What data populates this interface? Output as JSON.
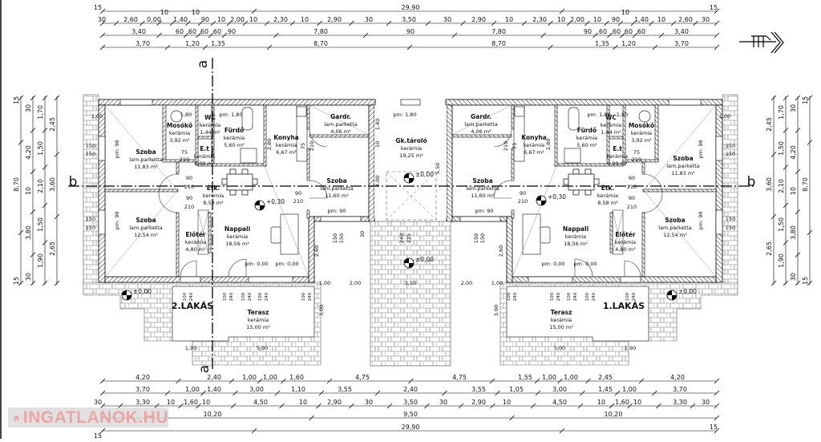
{
  "logo": {
    "text": "INGATLANOK.HU"
  },
  "section_markers": {
    "a_top": "a",
    "a_bottom": "a",
    "b_left": "b",
    "b_right": "b"
  },
  "units": {
    "left": "2.LAKÁS",
    "right": "1.LAKÁS"
  },
  "dims": {
    "top": [
      [
        "15",
        "29,90",
        "15"
      ],
      [
        "30",
        "2,60",
        "0,00",
        "10",
        "1,40",
        "10",
        "90",
        "10",
        "2,00",
        "10",
        "2,30",
        "10",
        "2,90",
        "30",
        "3,50",
        "30",
        "2,90",
        "10",
        "2,30",
        "10",
        "2,00",
        "10",
        "90",
        "10",
        "1,40",
        "10",
        "2,60",
        "30"
      ],
      [
        "3,40",
        "60",
        "60",
        "60",
        "60",
        "90",
        "7,80",
        "90",
        "7,80",
        "90",
        "60",
        "60",
        "60",
        "60",
        "3,40"
      ],
      [
        "3,70",
        "1,20",
        "1,35",
        "8,70",
        "8,70",
        "1,35",
        "1,20",
        "3,70"
      ]
    ],
    "bottom": [
      [
        "4,20",
        "2,40",
        "1,00",
        "1,00",
        "1,60",
        "4,75",
        "4,75",
        "1,55",
        "1,00",
        "1,00",
        "2,45",
        "4,20"
      ],
      [
        "3,70",
        "1,00",
        "1,40",
        "3,00",
        "1,10",
        "3,55",
        "2,40",
        "3,55",
        "1,05",
        "3,00",
        "1,45",
        "1,00",
        "3,70"
      ],
      [
        "30",
        "3,30",
        "10",
        "1,60",
        "10",
        "4,50",
        "10",
        "2,90",
        "30",
        "3,50",
        "30",
        "2,90",
        "10",
        "4,50",
        "10",
        "1,60",
        "10",
        "3,30",
        "30"
      ],
      [
        "10,20",
        "9,50",
        "10,20"
      ],
      [
        "15",
        "29,90",
        "15"
      ]
    ],
    "left": [
      [
        "15",
        "8,70",
        "15"
      ],
      [
        "30",
        "4,20",
        "10",
        "3,80",
        "30"
      ],
      [
        "1,70",
        "1,50",
        "2,10",
        "1,50",
        "1,90"
      ],
      [
        "2,45",
        "3,60",
        "2,65"
      ]
    ],
    "right": [
      [
        "2,45",
        "3,60",
        "2,65"
      ],
      [
        "1,70",
        "1,50",
        "2,10",
        "1,50",
        "1,90"
      ],
      [
        "30",
        "4,20",
        "10",
        "3,80",
        "30"
      ],
      [
        "15",
        "8,70",
        "15"
      ]
    ]
  },
  "rooms": [
    {
      "name": "Mosókő",
      "floor": "kerámia",
      "area": "3,92 m²"
    },
    {
      "name": "WC",
      "floor": "kerámia",
      "area": "1,44 m²"
    },
    {
      "name": "Fürdő",
      "floor": "kerámia",
      "area": "5,60 m²"
    },
    {
      "name": "E.t",
      "floor": "kerámia",
      "area": "0,99 m²"
    },
    {
      "name": "Konyha",
      "floor": "kerámia",
      "area": "6,67 m²"
    },
    {
      "name": "Gardr.",
      "floor": "lam.parketta",
      "area": "4,06 m²"
    },
    {
      "name": "Szoba",
      "floor": "lam.parketta",
      "area": "11,83 m²"
    },
    {
      "name": "Szoba",
      "floor": "lam.parketta",
      "area": "12,54 m²"
    },
    {
      "name": "Étk.",
      "floor": "kerámia",
      "area": "8,58 m²"
    },
    {
      "name": "Előtér",
      "floor": "kerámia",
      "area": "4,80 m²"
    },
    {
      "name": "Nappali",
      "floor": "kerámia",
      "area": "18,56 m²"
    },
    {
      "name": "Szoba",
      "floor": "lam.parketta",
      "area": "11,60 m²"
    },
    {
      "name": "Gk.tároló",
      "floor": "kerámia",
      "area": "19,25 m²"
    },
    {
      "name": "Gardr.",
      "floor": "lam.parketta",
      "area": "4,06 m²"
    },
    {
      "name": "Szoba",
      "floor": "lam.parketta",
      "area": "11,60 m²"
    },
    {
      "name": "Konyha",
      "floor": "kerámia",
      "area": "6,67 m²"
    },
    {
      "name": "Fürdő",
      "floor": "kerámia",
      "area": "5,60 m²"
    },
    {
      "name": "WC",
      "floor": "kerámia",
      "area": "1,44 m²"
    },
    {
      "name": "E.t",
      "floor": "kerámia",
      "area": "0,99 m²"
    },
    {
      "name": "Mosókő",
      "floor": "kerámia",
      "area": "3,92 m²"
    },
    {
      "name": "Szoba",
      "floor": "lam.parketta",
      "area": "11,83 m²"
    },
    {
      "name": "Szoba",
      "floor": "lam.parketta",
      "area": "12,54 m²"
    },
    {
      "name": "Étk.",
      "floor": "kerámia",
      "area": "8,58 m²"
    },
    {
      "name": "Nappali",
      "floor": "kerámia",
      "area": "18,56 m²"
    },
    {
      "name": "Előtér",
      "floor": "kerámia",
      "area": "4,80 m²"
    },
    {
      "name": "Terasz",
      "floor": "kerámia",
      "area": "15,00 m²"
    },
    {
      "name": "Terasz",
      "floor": "kerámia",
      "area": "15,00 m²"
    }
  ],
  "levels": [
    "±0,00",
    "+0,30",
    "±0,00",
    "±0,00",
    "+0,30",
    "±0,00"
  ],
  "notes": [
    "1,00",
    "150",
    "150",
    "150",
    "150",
    "pm: 90",
    "pm: 90",
    "1,80",
    "pm: 1,80",
    "75",
    "210",
    "90",
    "210",
    "90",
    "210",
    "90",
    "210",
    "pm: 90",
    "pm: 0,00",
    "pm: 0,00",
    "2,60",
    "1,00",
    "2,00",
    "3,50",
    "2,00",
    "1,00",
    "3,00",
    "1,90",
    "5,00",
    "pm: 1,80",
    "1,40",
    "10",
    "4,00",
    "5,50",
    "2,80",
    "75",
    "210",
    "240",
    "225",
    "30",
    "150",
    "150",
    "1,00",
    "150",
    "150",
    "150",
    "150",
    "pm: 90",
    "pm: 90",
    "pm: 1,80",
    "75",
    "210",
    "90",
    "210",
    "90",
    "210",
    "90",
    "210",
    "pm: 90",
    "pm: 0,00",
    "pm: 0,00",
    "2,60",
    "3,00",
    "5,00",
    "1,90",
    "2,80",
    "75",
    "210",
    "150",
    "150",
    "1,80"
  ],
  "terrace_openings": [
    "100",
    "240",
    "100",
    "240",
    "100",
    "240",
    "100",
    "240",
    "100",
    "240"
  ]
}
